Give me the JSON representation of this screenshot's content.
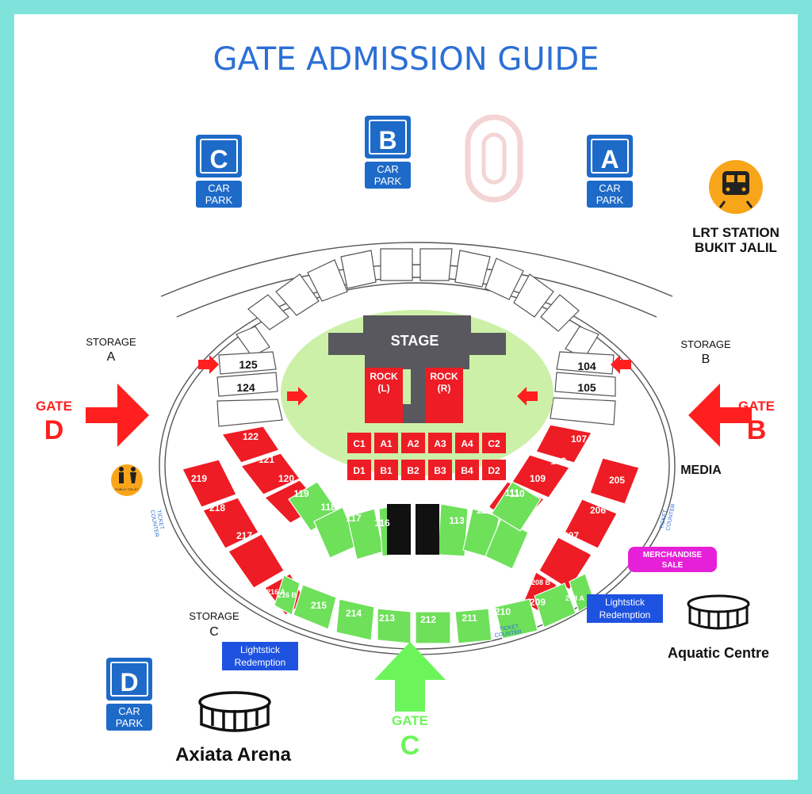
{
  "title": "GATE ADMISSION GUIDE",
  "stage": "STAGE",
  "car_parks": [
    {
      "letter": "C",
      "line1": "CAR",
      "line2": "PARK"
    },
    {
      "letter": "B",
      "line1": "CAR",
      "line2": "PARK"
    },
    {
      "letter": "A",
      "line1": "CAR",
      "line2": "PARK"
    },
    {
      "letter": "D",
      "line1": "CAR",
      "line2": "PARK"
    }
  ],
  "lrt": {
    "line1": "LRT STATION",
    "line2": "BUKIT JALIL"
  },
  "gates": {
    "d": {
      "word": "GATE",
      "letter": "D"
    },
    "b": {
      "word": "GATE",
      "letter": "B"
    },
    "c": {
      "word": "GATE",
      "letter": "C"
    }
  },
  "storage": {
    "a": {
      "line1": "STORAGE",
      "line2": "A"
    },
    "b": {
      "line1": "STORAGE",
      "line2": "B"
    },
    "c": {
      "line1": "STORAGE",
      "line2": "C"
    }
  },
  "media": "MEDIA",
  "merch": {
    "line1": "MERCHANDISE",
    "line2": "SALE"
  },
  "lightstick": {
    "line1": "Lightstick",
    "line2": "Redemption"
  },
  "ticket_counter": {
    "line1": "TICKET",
    "line2": "COUNTER"
  },
  "public_toilet": "PUBLIC TOILET",
  "venues": {
    "aquatic": "Aquatic Centre",
    "axiata": "Axiata Arena"
  },
  "rock": {
    "l": {
      "line1": "ROCK",
      "line2": "(L)"
    },
    "r": {
      "line1": "ROCK",
      "line2": "(R)"
    }
  },
  "floor_rows": [
    [
      "C1",
      "A1",
      "A2",
      "A3",
      "A4",
      "C2"
    ],
    [
      "D1",
      "B1",
      "B2",
      "B3",
      "B4",
      "D2"
    ]
  ],
  "upper_white_sections": [
    "125",
    "124",
    "104",
    "105"
  ],
  "red_sections": [
    "122",
    "121",
    "120",
    "219",
    "218",
    "217",
    "216 A",
    "107",
    "108",
    "109",
    "205",
    "206",
    "207",
    "208 B"
  ],
  "green_sections": [
    "119",
    "118",
    "117",
    "116",
    "113",
    "112",
    "111",
    "110",
    "216 B",
    "215",
    "214",
    "213",
    "212",
    "211",
    "210",
    "209",
    "208 A"
  ],
  "colors": {
    "title_blue": "#2b6fd6",
    "sign_blue": "#1e6ac8",
    "gate_red": "#ff1f1f",
    "gate_green": "#6cf55a",
    "section_red": "#ee1c24",
    "section_green": "#6ee05a",
    "pitch_green": "#cdf0a8",
    "stage_gray": "#58585e",
    "lrt_orange": "#f9a51a",
    "merch_magenta": "#e61fd8",
    "border_teal": "#7fe3dc"
  }
}
